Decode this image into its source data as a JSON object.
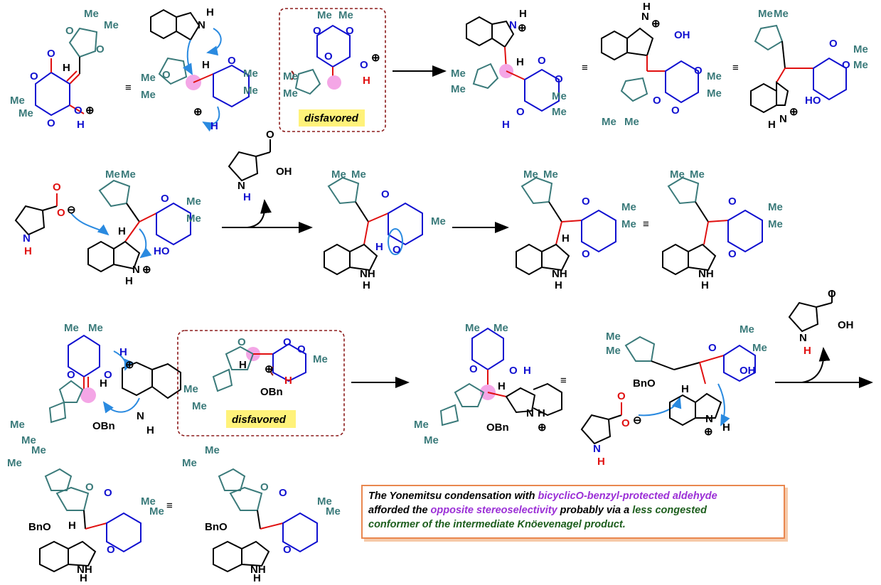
{
  "labels": {
    "me": "Me",
    "o": "O",
    "h": "H",
    "n": "N",
    "oh": "OH",
    "ho": "HO",
    "nh": "NH",
    "obn": "OBn",
    "bno": "BnO",
    "nplus": "N",
    "plus": "⊕",
    "minus": "⊖",
    "equiv": "≡"
  },
  "tags": {
    "disfavored_1": "disfavored",
    "disfavored_2": "disfavored"
  },
  "caption": {
    "s1": "The Yonemitsu condensation with ",
    "s2": "bicyclicO-benzyl-protected aldehyde",
    "s3": "afforded the ",
    "s4": "opposite stereoselectivity",
    "s5": " probably via a ",
    "s6": "less congested",
    "s7": "conformer of the intermediate Knöevenagel product."
  },
  "colors": {
    "black": "#000000",
    "red": "#e01010",
    "blue": "#1010d0",
    "teal": "#3a7a7a",
    "arrow_blue": "#2a8ae0",
    "clash": "#8b1a1a",
    "highlight": "#f4a6e6",
    "tag_bg": "#fff27a",
    "box_border": "#8b1a1a",
    "caption_border": "#e9874f"
  }
}
